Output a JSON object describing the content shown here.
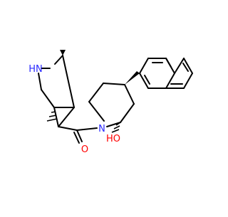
{
  "atoms": {
    "amine_n": "N",
    "amine_h": "H",
    "piperidine_n": "N",
    "carbonyl_o": "O",
    "hydroxyl_o": "O",
    "hydroxyl_h": "H"
  },
  "colors": {
    "bond": "#000000",
    "nitrogen": "#2a2aff",
    "oxygen": "#ff0000",
    "background": "#ffffff"
  }
}
